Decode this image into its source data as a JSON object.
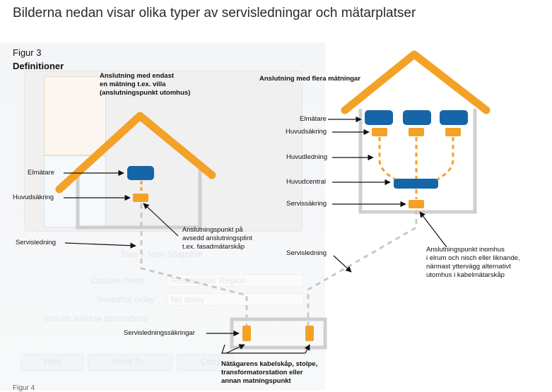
{
  "heading": "Bilderna nedan visar olika typer av servisledningar och mätarplatser",
  "figure_label": "Figur 3",
  "definitions_label": "Definitioner",
  "left_house": {
    "title_lines": [
      "Anslutning med endast",
      "en mätning t.ex. villa",
      "(anslutningspunkt utomhus)"
    ],
    "meter_label": "Elmätare",
    "main_fuse_label": "Huvudsäkring",
    "connection_point_lines": [
      "Anslutningspunkt på",
      "avsedd anslutningsplint",
      "t.ex. fasadmätarskåp"
    ]
  },
  "right_house": {
    "title": "Anslutning med flera mätningar",
    "meter_label": "Elmätare",
    "main_fuse_label": "Huvudsäkring",
    "main_line_label": "Huvudledning",
    "main_central_label": "Huvudcentral",
    "service_fuse_label": "Servissäkring",
    "connection_point_lines": [
      "Anslutningspunkt inomhus",
      "i elrum och nisch eller liknande,",
      "närmast yttervägg alternativt",
      "utomhus i kabelmätarskåp"
    ]
  },
  "service_line_left": "Servisledning",
  "service_line_right": "Servisledning",
  "service_fuses_label": "Servisledningssäkringar",
  "network_lines": [
    "Nätägarens kabelskåp, stolpe,",
    "transformatorstation eller",
    "annan matningspunkt"
  ],
  "background_ghost": {
    "take_snapshot": "Take a New Snapshot",
    "capture_mode_label": "Capture mode:",
    "capture_mode_value": "Rectangular Region",
    "snapshot_delay_label": "Snapshot delay:",
    "snapshot_delay_value": "No delay",
    "include_decorations": "Include window decorations",
    "help_button": "Help",
    "send_to_button": "Send To...",
    "copy_button": "Copy"
  },
  "caption_partial": "Figur 4",
  "colors": {
    "orange": "#f3a227",
    "blue": "#1565a8",
    "wall": "#cfcfcf",
    "dash": "#c9c9c9"
  }
}
